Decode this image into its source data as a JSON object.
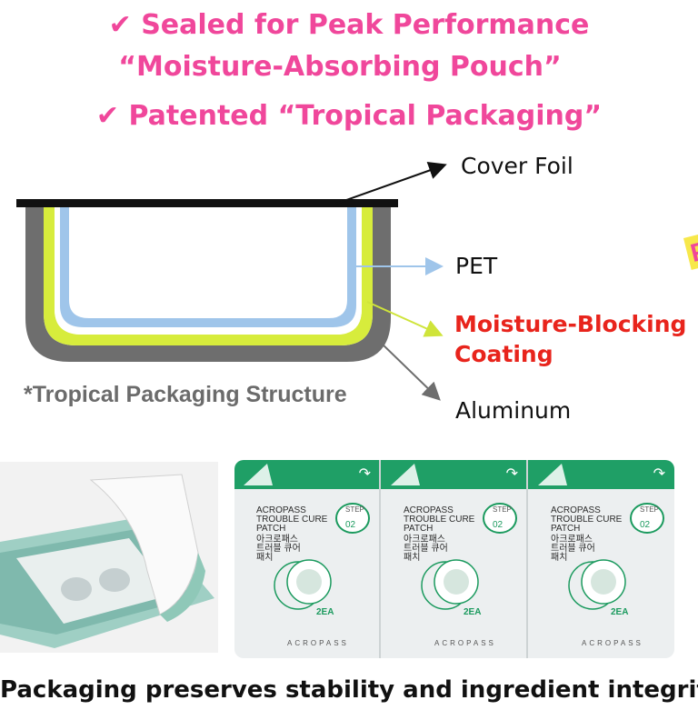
{
  "headlines": {
    "line1": "✔ Sealed for Peak Performance",
    "line2": "“Moisture-Absorbing Pouch”",
    "line3": "✔ Patented “Tropical Packaging”"
  },
  "diagram": {
    "labels": {
      "cover_foil": "Cover Foil",
      "pet": "PET",
      "coating_line1": "Moisture-Blocking",
      "coating_line2": "Coating",
      "aluminum": "Aluminum"
    },
    "caption": "*Tropical Packaging Structure",
    "colors": {
      "headline": "#f0479b",
      "coating_label": "#e8241c",
      "aluminum_layer": "#6e6e6e",
      "coating_layer": "#d7ec3c",
      "pet_layer": "#9fc5ea",
      "foil": "#111111"
    }
  },
  "product": {
    "brand": "ACROPASS",
    "patch_name_line1": "ACROPASS",
    "patch_name_line2": "TROUBLE CURE",
    "patch_name_line3": "PATCH",
    "korean_name_line1": "아크로패스",
    "korean_name_line2": "트러블 큐어",
    "korean_name_line3": "패치",
    "step_label": "STEP",
    "step_number": "02",
    "count_badge": "2EA",
    "pouch_count": 3
  },
  "bottom_text": "Packaging preserves stability and ingredient integrity"
}
